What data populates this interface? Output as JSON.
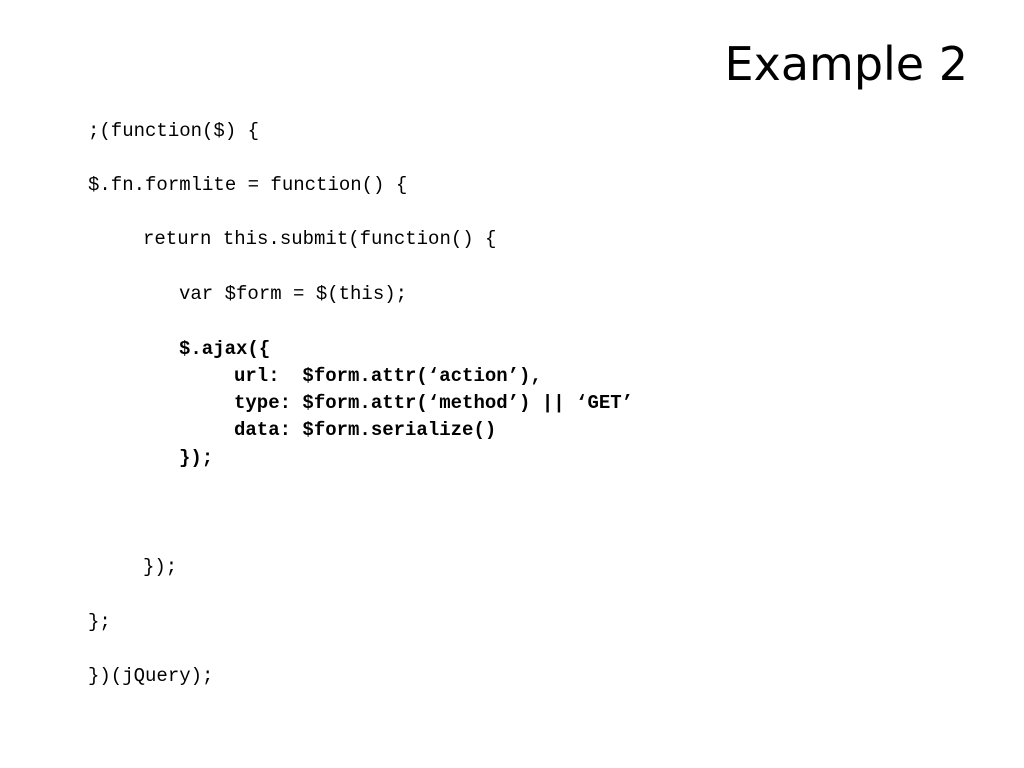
{
  "slide": {
    "title": "Example 2",
    "code": {
      "line_open_iife": ";(function($) {",
      "line_plugin_def": "$.fn.formlite = function() {",
      "line_return_submit": "return this.submit(function() {",
      "line_var_form": "var $form = $(this);",
      "line_ajax_open": "$.ajax({",
      "line_url": "url:  $form.attr(‘action’),",
      "line_type": "type: $form.attr(‘method’) || ‘GET’",
      "line_data": "data: $form.serialize()",
      "line_ajax_close": "});",
      "line_submit_close": "});",
      "line_plugin_close": "};",
      "line_iife_close": "})(jQuery);"
    }
  }
}
